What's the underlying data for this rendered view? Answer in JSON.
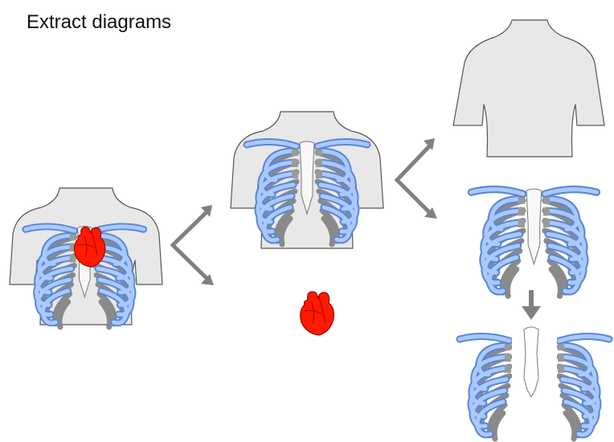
{
  "title": "Extract diagrams",
  "colors": {
    "torso_fill": "#e8e8e8",
    "torso_stroke": "#555555",
    "rib_front": "#9ec1ff",
    "rib_front_stroke": "#5a86d6",
    "rib_back": "#8f8f8f",
    "spine": "#9a9a9a",
    "sternum": "#f5f5f5",
    "heart": "#ff1a00",
    "heart_dark": "#b30000",
    "arrow": "#808080"
  },
  "icons": {
    "arrow_fork": "fork-arrow",
    "arrow_down": "down-arrow",
    "heart": "heart-organ"
  }
}
